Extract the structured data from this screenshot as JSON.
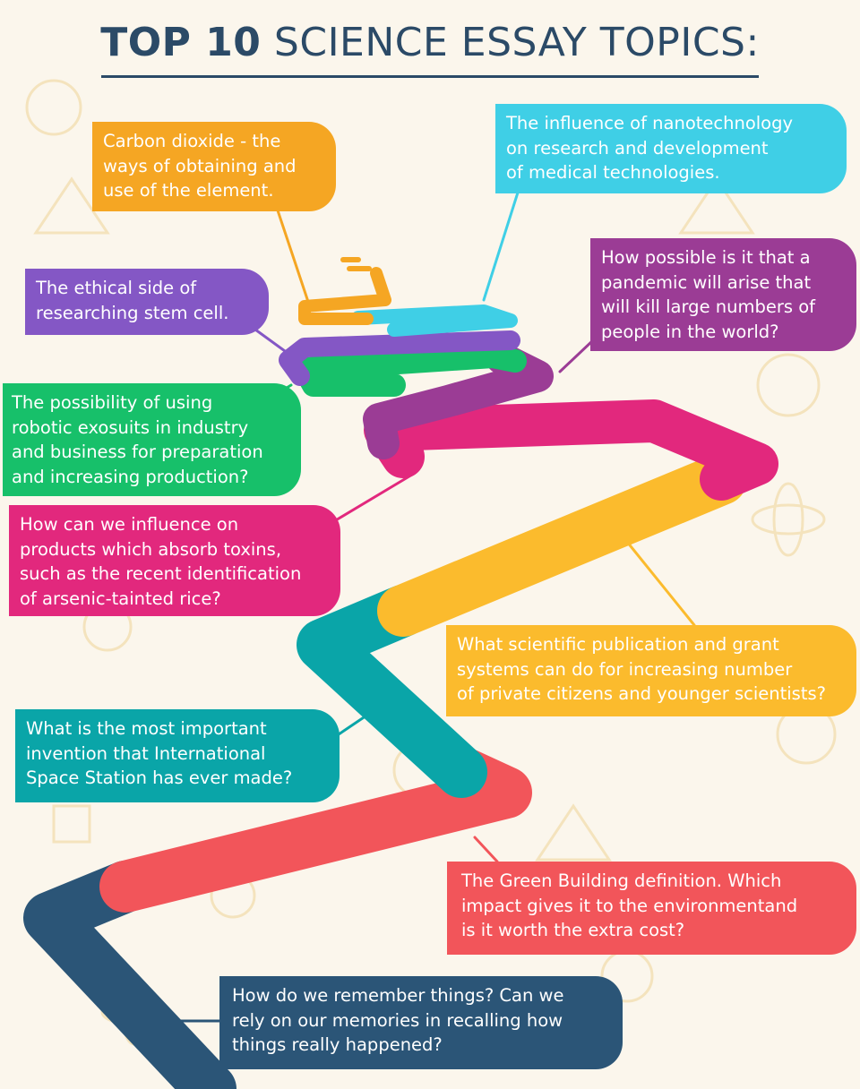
{
  "title": {
    "bold": "TOP 10",
    "rest": "SCIENCE ESSAY TOPICS:"
  },
  "colors": {
    "orange": "#f5a623",
    "cyan": "#3fcfe6",
    "purple": "#8457c5",
    "plum": "#9b3c95",
    "green": "#17c06a",
    "magenta": "#e2287d",
    "yellow": "#fbbb2d",
    "teal": "#0aa5a8",
    "coral": "#f2555a",
    "navy": "#2b5577"
  },
  "topics": [
    {
      "lines": [
        "Carbon dioxide - the",
        "ways of obtaining and",
        "use of the element."
      ]
    },
    {
      "lines": [
        "The influence of nanotechnology",
        "on research and development",
        "of medical technologies."
      ]
    },
    {
      "lines": [
        "How possible is it that a",
        "pandemic will arise that",
        "will kill large numbers of",
        "people in the world?"
      ]
    },
    {
      "lines": [
        "The ethical side of",
        "researching stem cell."
      ]
    },
    {
      "lines": [
        "The possibility of using",
        "robotic exosuits in industry",
        "and business for preparation",
        "and increasing production?"
      ]
    },
    {
      "lines": [
        "How can we influence on",
        "products which absorb toxins,",
        "such as the recent identification",
        "of arsenic-tainted rice?"
      ]
    },
    {
      "lines": [
        "What scientific publication and grant",
        "systems can do for increasing number",
        "of private citizens and younger scientists?"
      ]
    },
    {
      "lines": [
        "What is the most important",
        "invention that International",
        "Space Station has ever made?"
      ]
    },
    {
      "lines": [
        "The Green Building definition. Which",
        "impact gives it to the environmentand",
        "is it worth the extra cost?"
      ]
    },
    {
      "lines": [
        "How do we remember things? Can we",
        "rely on our memories in recalling how",
        "things really happened?"
      ]
    }
  ]
}
